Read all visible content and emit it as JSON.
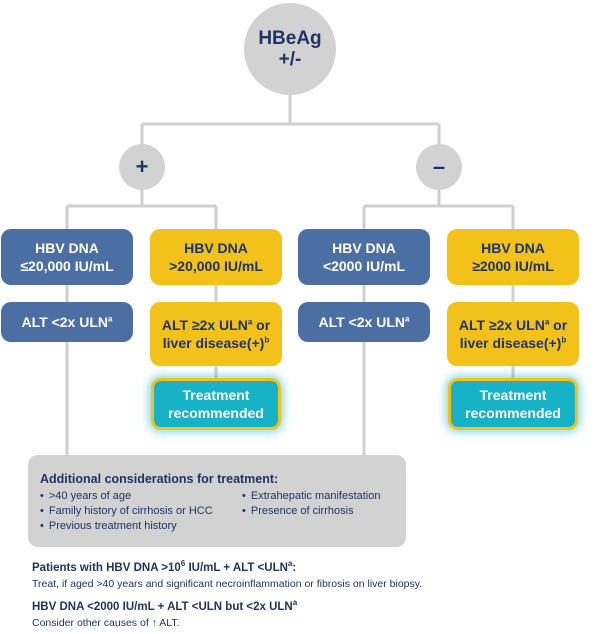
{
  "top_node": {
    "line1": "HBeAg",
    "line2": "+/-"
  },
  "branches": {
    "positive": {
      "sign": "+"
    },
    "negative": {
      "sign": "–"
    }
  },
  "boxes": {
    "pos_low_dna": {
      "line1": "HBV DNA",
      "line2": "≤20,000 IU/mL"
    },
    "pos_high_dna": {
      "line1": "HBV DNA",
      "line2": ">20,000 IU/mL"
    },
    "neg_low_dna": {
      "line1": "HBV DNA",
      "line2": "<2000 IU/mL"
    },
    "neg_high_dna": {
      "line1": "HBV DNA",
      "line2": "≥2000 IU/mL"
    },
    "pos_alt_low": {
      "text": "ALT <2x ULN",
      "sup": "a"
    },
    "pos_alt_high": {
      "line1": "ALT ≥2x ULN",
      "sup1": "a",
      "line1_tail": " or",
      "line2": "liver disease(+)",
      "sup2": "b"
    },
    "neg_alt_low": {
      "text": "ALT <2x ULN",
      "sup": "a"
    },
    "neg_alt_high": {
      "line1": "ALT ≥2x ULN",
      "sup1": "a",
      "line1_tail": " or",
      "line2": "liver disease(+)",
      "sup2": "b"
    },
    "pos_treat": {
      "line1": "Treatment",
      "line2": "recommended"
    },
    "neg_treat": {
      "line1": "Treatment",
      "line2": "recommended"
    }
  },
  "considerations": {
    "title": "Additional considerations for treatment:",
    "left": [
      ">40 years of age",
      "Family history of cirrhosis or HCC",
      "Previous treatment history"
    ],
    "right": [
      "Extrahepatic manifestation",
      "Presence of cirrhosis"
    ]
  },
  "notes": [
    {
      "head_pre": "Patients with HBV DNA >10",
      "head_sup": "6",
      "head_mid": " IU/mL + ALT <ULN",
      "head_sup2": "a",
      "head_tail": ":",
      "body": "Treat, if aged >40 years and significant necroinflammation or fibrosis on liver biopsy."
    },
    {
      "head_pre": "HBV DNA <2000 IU/mL + ALT <ULN but <2x ULN",
      "head_sup": "a",
      "body": "Consider other causes of ↑ ALT."
    }
  ],
  "colors": {
    "navy": "#1f3464",
    "blue": "#4b6fa3",
    "yellow": "#f2c21b",
    "teal": "#17b2c6",
    "gray": "#d2d2d2",
    "line": "#cfcfcf"
  }
}
